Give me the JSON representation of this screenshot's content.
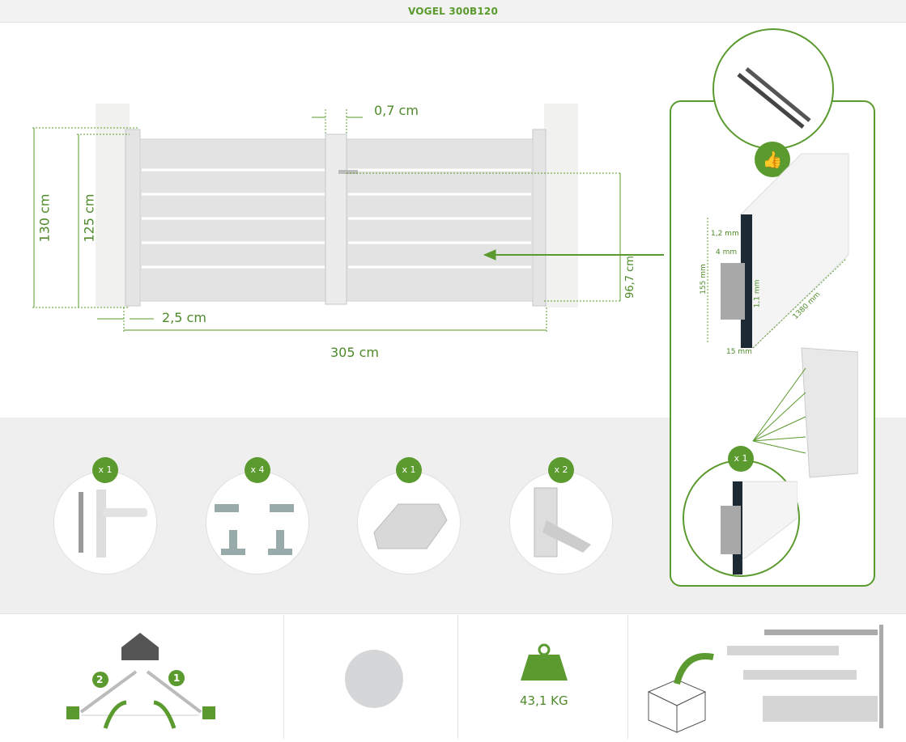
{
  "header": {
    "title": "VOGEL 300B120"
  },
  "dimensions": {
    "gap": "0,7 cm",
    "height_total": "130 cm",
    "height_gate": "125 cm",
    "post_gap": "2,5 cm",
    "width": "305 cm",
    "handle_height": "96,7 cm"
  },
  "profile": {
    "thickness_outer": "1,2 mm",
    "tongue": "4 mm",
    "thickness_inner": "1,1 mm",
    "height": "155 mm",
    "length": "1380 mm",
    "depth": "15 mm",
    "count": "x 1"
  },
  "accessories": [
    {
      "name": "handle-lock",
      "qty": "x 1"
    },
    {
      "name": "hinges",
      "qty": "x 4"
    },
    {
      "name": "stop",
      "qty": "x 1"
    },
    {
      "name": "holdbacks",
      "qty": "x 2"
    }
  ],
  "features": {
    "opening_1": "1",
    "opening_2": "2",
    "weight": "43,1 KG"
  },
  "colors": {
    "accent": "#5a9a2e"
  }
}
